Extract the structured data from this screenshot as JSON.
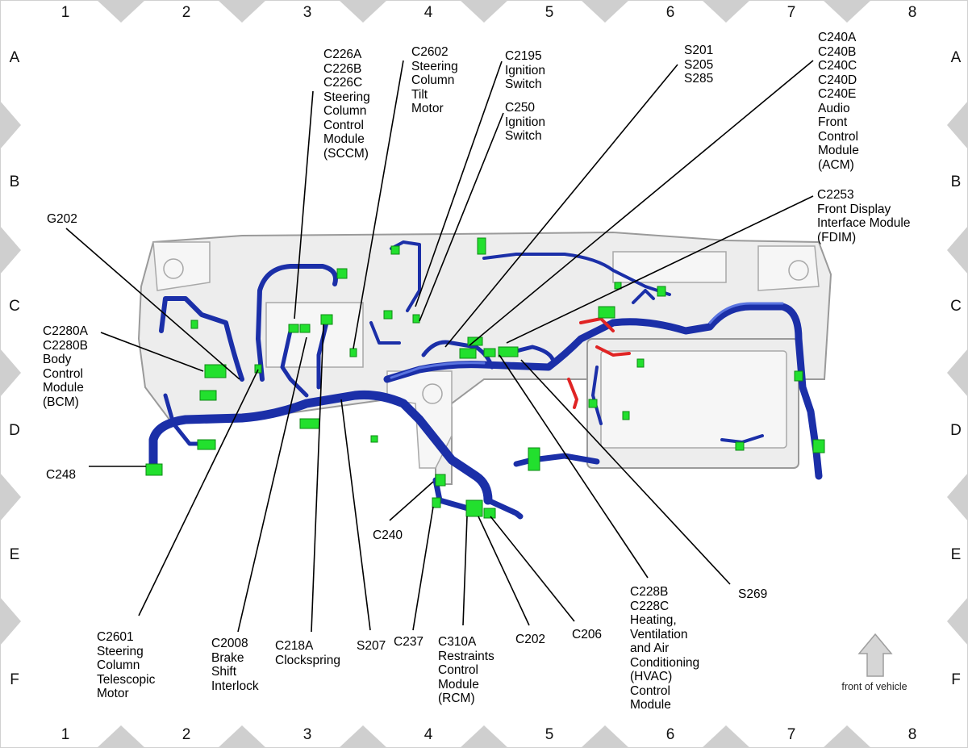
{
  "grid": {
    "columns": [
      "1",
      "2",
      "3",
      "4",
      "5",
      "6",
      "7",
      "8"
    ],
    "rows": [
      "A",
      "B",
      "C",
      "D",
      "E",
      "F"
    ]
  },
  "callouts": {
    "c226": [
      "C226A",
      "C226B",
      "C226C",
      "Steering",
      "Column",
      "Control",
      "Module",
      "(SCCM)"
    ],
    "c2602": [
      "C2602",
      "Steering",
      "Column",
      "Tilt",
      "Motor"
    ],
    "c2195": [
      "C2195",
      "Ignition",
      "Switch"
    ],
    "c250": [
      "C250",
      "Ignition",
      "Switch"
    ],
    "s201": [
      "S201",
      "S205",
      "S285"
    ],
    "c240acm": [
      "C240A",
      "C240B",
      "C240C",
      "C240D",
      "C240E",
      "Audio",
      "Front",
      "Control",
      "Module",
      "(ACM)"
    ],
    "c2253": [
      "C2253",
      "Front Display",
      "Interface Module",
      "(FDIM)"
    ],
    "g202": [
      "G202"
    ],
    "c2280": [
      "C2280A",
      "C2280B",
      "Body",
      "Control",
      "Module",
      "(BCM)"
    ],
    "c248": [
      "C248"
    ],
    "c240": [
      "C240"
    ],
    "s269": [
      "S269"
    ],
    "c228": [
      "C228B",
      "C228C",
      "Heating,",
      "Ventilation",
      "and Air",
      "Conditioning",
      "(HVAC)",
      "Control",
      "Module"
    ],
    "c2601": [
      "C2601",
      "Steering",
      "Column",
      "Telescopic",
      "Motor"
    ],
    "c2008": [
      "C2008",
      "Brake",
      "Shift",
      "Interlock"
    ],
    "c218a": [
      "C218A",
      "Clockspring"
    ],
    "s207": [
      "S207"
    ],
    "c237": [
      "C237"
    ],
    "c310a": [
      "C310A",
      "Restraints",
      "Control",
      "Module",
      "(RCM)"
    ],
    "c202": [
      "C202"
    ],
    "c206": [
      "C206"
    ]
  },
  "front_indicator": {
    "label": "front of vehicle"
  },
  "colors": {
    "harness": "#1b2fa8",
    "connector": "#22e02e",
    "red_wire": "#e02424",
    "frame": "#ededed"
  }
}
